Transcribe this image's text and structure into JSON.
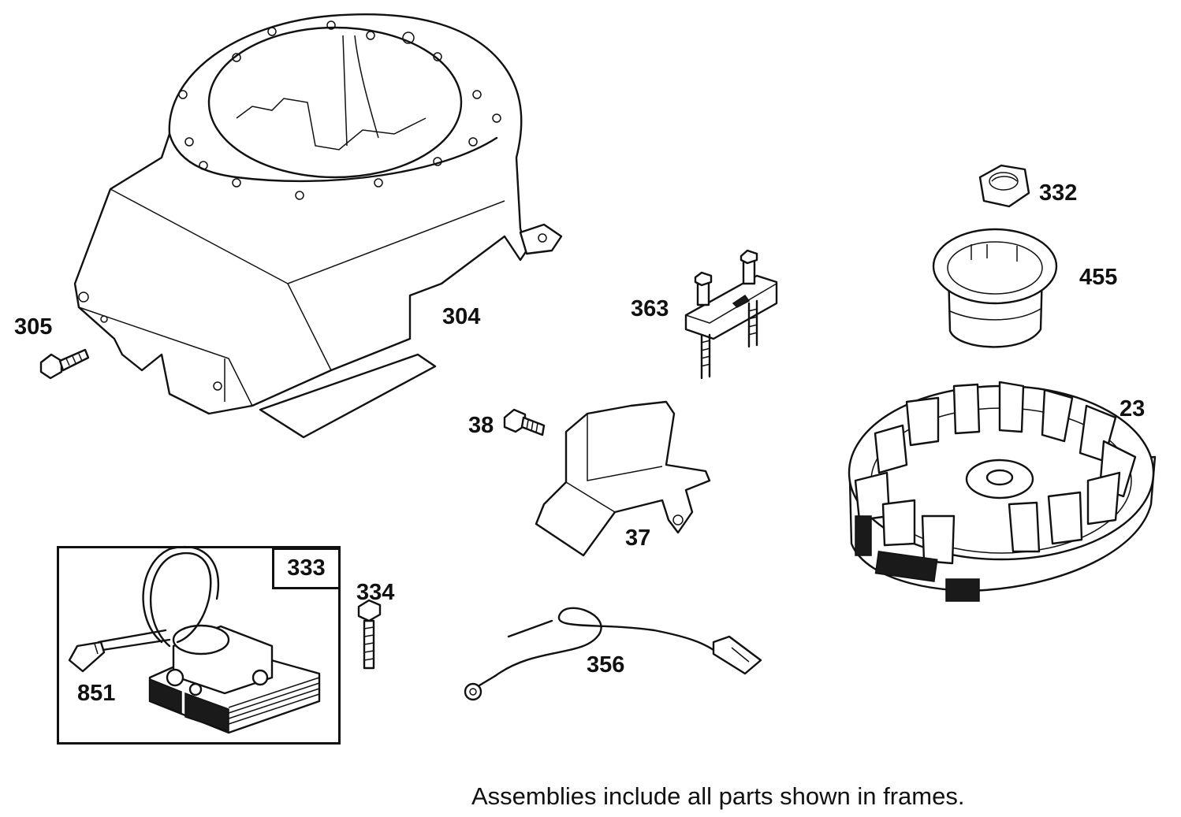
{
  "diagram": {
    "type": "exploded-parts-diagram",
    "footnote": "Assemblies include all parts shown in frames.",
    "assembly": {
      "number": "333",
      "parts": [
        "851"
      ]
    },
    "callouts": [
      {
        "id": "blower-housing",
        "number": "304"
      },
      {
        "id": "screw",
        "number": "305"
      },
      {
        "id": "screw-38",
        "number": "38"
      },
      {
        "id": "air-guide",
        "number": "37"
      },
      {
        "id": "terminal-bracket",
        "number": "363"
      },
      {
        "id": "nut",
        "number": "332"
      },
      {
        "id": "starter-cup",
        "number": "455"
      },
      {
        "id": "flywheel",
        "number": "23"
      },
      {
        "id": "screw-334",
        "number": "334"
      },
      {
        "id": "ground-wire",
        "number": "356"
      },
      {
        "id": "spark-plug-wire",
        "number": "851"
      }
    ]
  }
}
